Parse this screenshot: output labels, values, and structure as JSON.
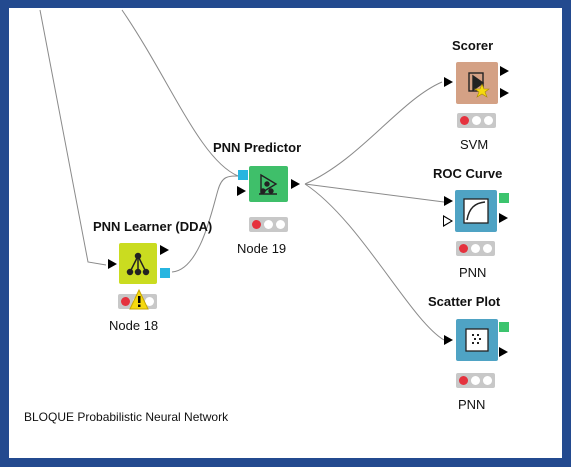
{
  "annotation": "BLOQUE Probabilistic Neural Network",
  "colors": {
    "frame": "#234a8f",
    "learner": "#cadc20",
    "predictor": "#3fbf6a",
    "scorer": "#d4a185",
    "view": "#4fa3c4",
    "model_port": "#27b5e0",
    "view_port": "#3cc46e",
    "status_red": "#e5323e",
    "warning": "#f5d90f"
  },
  "nodes": {
    "learner": {
      "title": "PNN Learner (DDA)",
      "label": "Node 18",
      "icon": "neural-net-icon",
      "warning_icon": "warning-icon"
    },
    "predictor": {
      "title": "PNN Predictor",
      "label": "Node 19",
      "icon": "predictor-icon"
    },
    "scorer": {
      "title": "Scorer",
      "label": "SVM",
      "icon": "scorer-icon"
    },
    "roc": {
      "title": "ROC Curve",
      "label": "PNN",
      "icon": "roc-curve-icon"
    },
    "scatter": {
      "title": "Scatter Plot",
      "label": "PNN",
      "icon": "scatter-plot-icon"
    }
  }
}
